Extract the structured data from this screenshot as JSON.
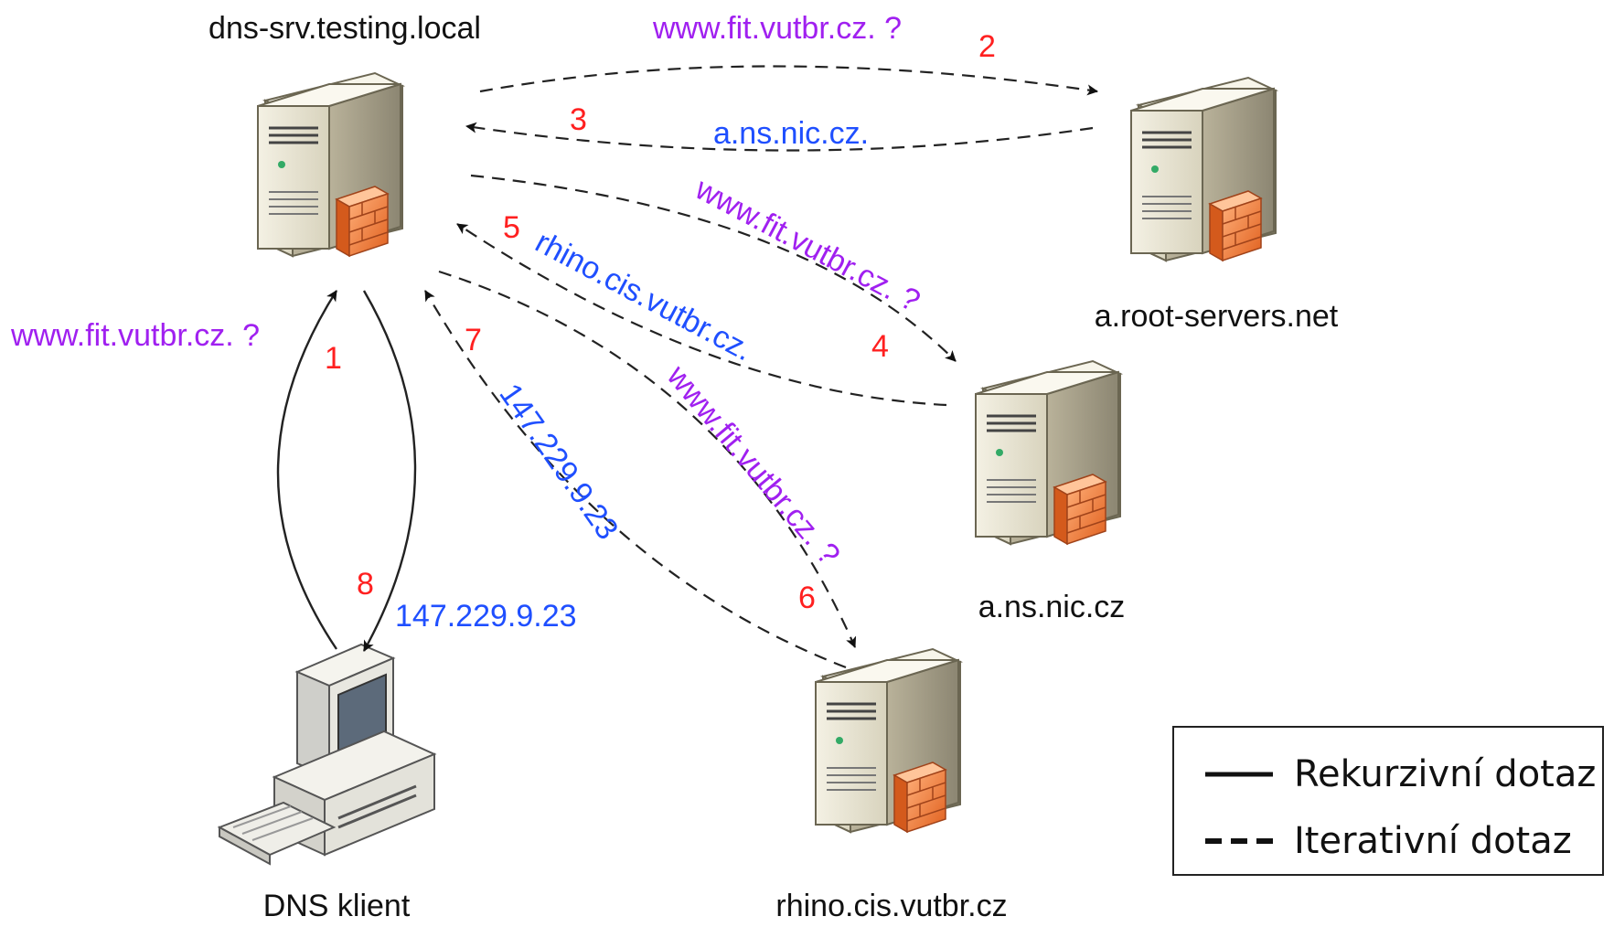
{
  "nodes": {
    "dns_server": "dns-srv.testing.local",
    "root_server": "a.root-servers.net",
    "cz_server": "a.ns.nic.cz",
    "vutbr_server": "rhino.cis.vutbr.cz",
    "client": "DNS klient"
  },
  "messages": {
    "m1_query": "www.fit.vutbr.cz. ?",
    "m2_query": "www.fit.vutbr.cz. ?",
    "m3_answer": "a.ns.nic.cz.",
    "m4_query": "www.fit.vutbr.cz. ?",
    "m5_answer": "rhino.cis.vutbr.cz.",
    "m6_query": "www.fit.vutbr.cz. ?",
    "m7_answer": "147.229.9.23",
    "m8_answer": "147.229.9.23"
  },
  "steps": {
    "s1": "1",
    "s2": "2",
    "s3": "3",
    "s4": "4",
    "s5": "5",
    "s6": "6",
    "s7": "7",
    "s8": "8"
  },
  "legend": {
    "recursive": "Rekurzivní dotaz",
    "iterative": "Iterativní dotaz"
  },
  "colors": {
    "query": "#a020f0",
    "answer": "#1f4fff",
    "step": "#ff2020"
  }
}
